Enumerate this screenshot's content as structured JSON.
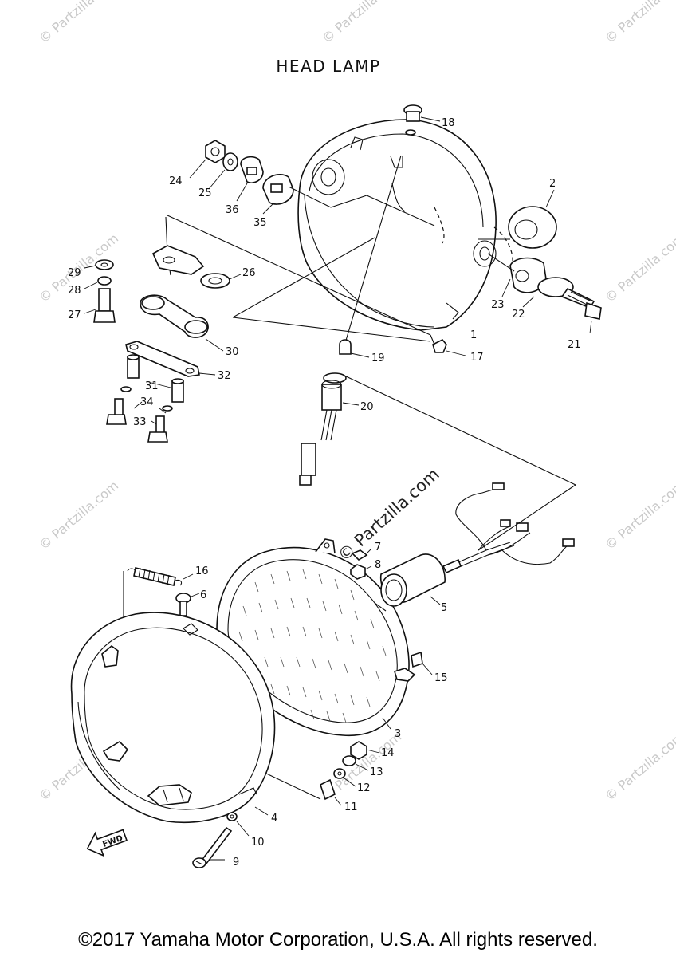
{
  "title": "HEAD LAMP",
  "copyright": "©2017 Yamaha Motor Corporation, U.S.A. All rights reserved.",
  "fwd_label": "FWD",
  "watermark": "© Partzilla.com",
  "callouts": [
    "1",
    "2",
    "3",
    "4",
    "5",
    "6",
    "7",
    "8",
    "9",
    "10",
    "11",
    "12",
    "13",
    "14",
    "15",
    "16",
    "17",
    "18",
    "19",
    "20",
    "21",
    "22",
    "23",
    "24",
    "25",
    "26",
    "27",
    "28",
    "29",
    "30",
    "31",
    "32",
    "33",
    "34",
    "35",
    "36"
  ]
}
